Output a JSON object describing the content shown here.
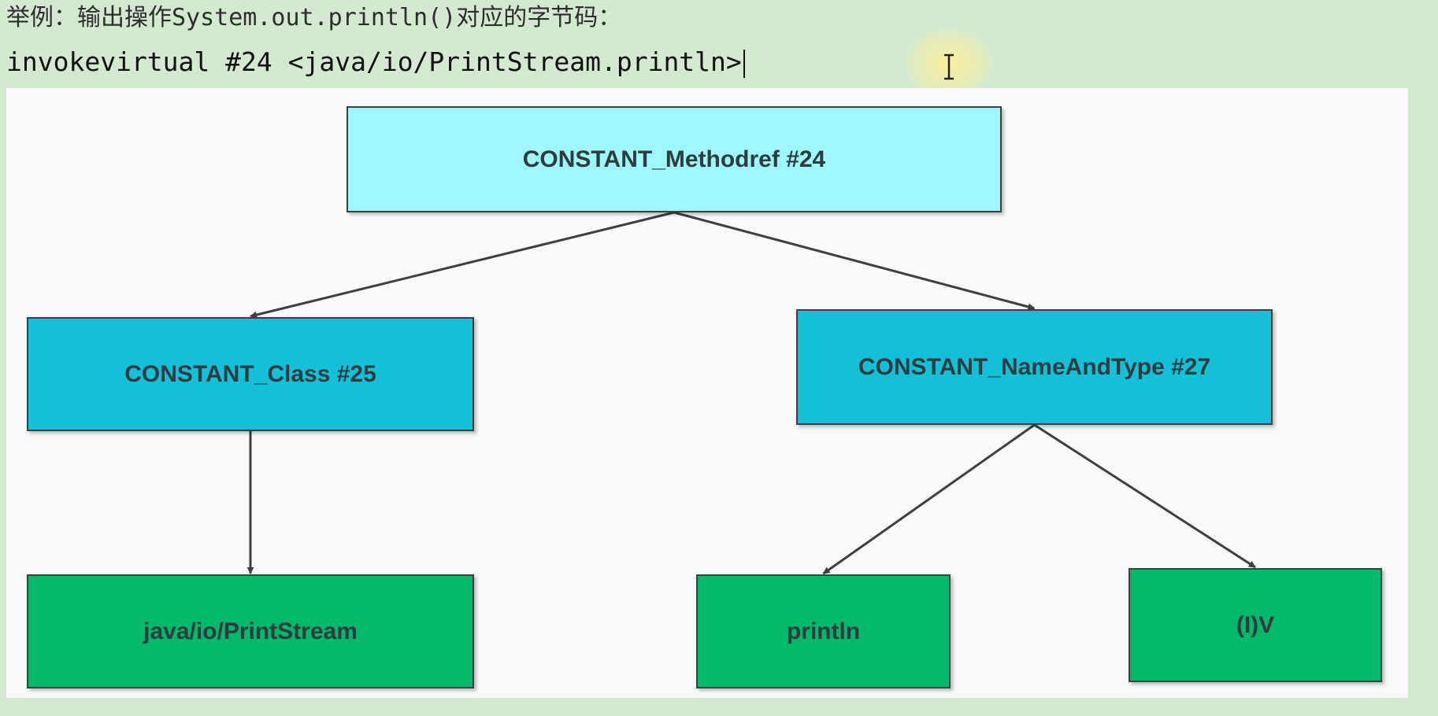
{
  "header": {
    "example_text": "举例：输出操作System.out.println()对应的字节码：",
    "instruction_text": "invokevirtual #24 <java/io/PrintStream.println>"
  },
  "diagram": {
    "nodes": {
      "methodref": "CONSTANT_Methodref  #24",
      "class": "CONSTANT_Class  #25",
      "name_and_type": "CONSTANT_NameAndType  #27",
      "class_name": "java/io/PrintStream",
      "method_name": "println",
      "descriptor": "(I)V"
    },
    "edges": [
      [
        "methodref",
        "class"
      ],
      [
        "methodref",
        "name_and_type"
      ],
      [
        "class",
        "class_name"
      ],
      [
        "name_and_type",
        "method_name"
      ],
      [
        "name_and_type",
        "descriptor"
      ]
    ]
  },
  "colors": {
    "root_fill": "#9df7fb",
    "mid_fill": "#14c0d8",
    "leaf_fill": "#02b86a",
    "arrow": "#3f3f3f"
  }
}
